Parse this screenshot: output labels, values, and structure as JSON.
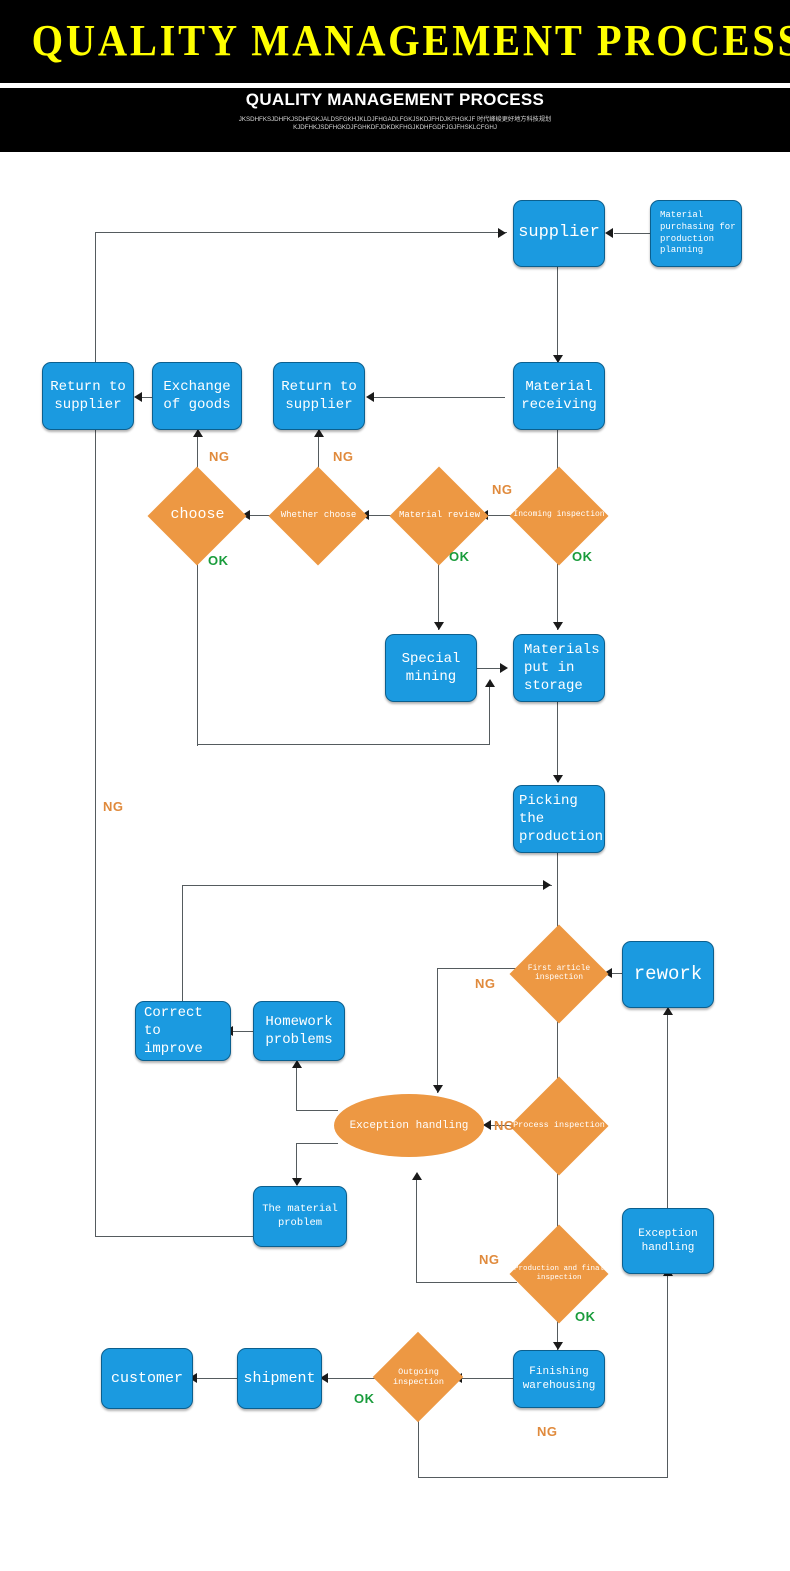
{
  "header": {
    "main_title": "QUALITY MANAGEMENT PROCESS",
    "sub_title": "QUALITY MANAGEMENT PROCESS",
    "sub_line_1": "JKSDHFKSJDHFKJSDHFGKJALDSFGKHJKLDJFHGADLFGKJSKDJFHDJKFHGKJF 时代峰峻更好地方科技规划",
    "sub_line_2": "KJDFHKJSDFHGKDJFGHKDFJDKDKFHGJKDHFGDFJGJFHSKLCFGHJ",
    "title_color": "#ffff00",
    "bar_color": "#000000"
  },
  "palette": {
    "process_fill": "#1b9ae0",
    "decision_fill": "#ed9843",
    "ng_label_color": "#e08a3c",
    "ok_label_color": "#1a9c3c",
    "line_color": "#555b5e"
  },
  "nodes": {
    "supplier": "supplier",
    "material_purchasing": "Material purchasing for production planning",
    "material_receiving": "Material receiving",
    "return_to_supplier_1": "Return to supplier",
    "exchange_of_goods": "Exchange of goods",
    "return_to_supplier_2": "Return to supplier",
    "choose": "choose",
    "whether_choose": "Whether choose",
    "material_review": "Material review",
    "incoming_inspection": "Incoming inspection",
    "special_mining": "Special mining",
    "materials_put_in_storage": "Materials put in storage",
    "picking_the_production": "Picking the production",
    "first_article_inspection": "First article inspection",
    "rework": "rework",
    "correct_to_improve": "Correct to improve",
    "homework_problems": "Homework problems",
    "exception_handling_ellipse": "Exception handling",
    "process_inspection": "Process inspection",
    "the_material_problem": "The material problem",
    "production_and_final_inspection": "Production and final inspection",
    "exception_handling_box": "Exception handling",
    "finishing_warehousing": "Finishing warehousing",
    "outgoing_inspection": "Outgoing inspection",
    "shipment": "shipment",
    "customer": "customer"
  },
  "edge_labels": {
    "ng": "NG",
    "ok": "OK"
  }
}
